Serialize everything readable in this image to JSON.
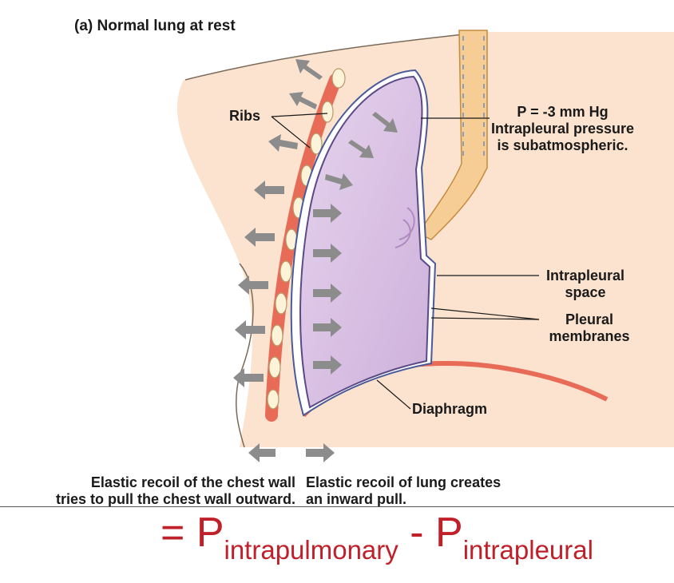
{
  "title": "(a) Normal lung at rest",
  "labels": {
    "ribs": "Ribs",
    "pressure_line1": "P = -3 mm Hg",
    "pressure_line2": "Intrapleural pressure",
    "pressure_line3": "is subatmospheric.",
    "space_line1": "Intrapleural",
    "space_line2": "space",
    "pleural_line1": "Pleural",
    "pleural_line2": "membranes",
    "diaphragm": "Diaphragm"
  },
  "captions": {
    "left_line1": "Elastic recoil of the chest wall",
    "left_line2": "tries to pull the chest wall outward.",
    "right_line1": "Elastic recoil of lung creates",
    "right_line2": "an inward pull."
  },
  "equation": {
    "prefix": "= P",
    "sub1": "intrapulmonary",
    "middle": " - P",
    "sub2": "intrapleural"
  },
  "colors": {
    "body_tissue": "#fbe3cf",
    "lung": "#dcc4e4",
    "lung_outline": "#5a4a86",
    "airway": "#f6cd94",
    "rib": "#e86b58",
    "arrow": "#8c8c8c",
    "equation": "#c0202a"
  }
}
